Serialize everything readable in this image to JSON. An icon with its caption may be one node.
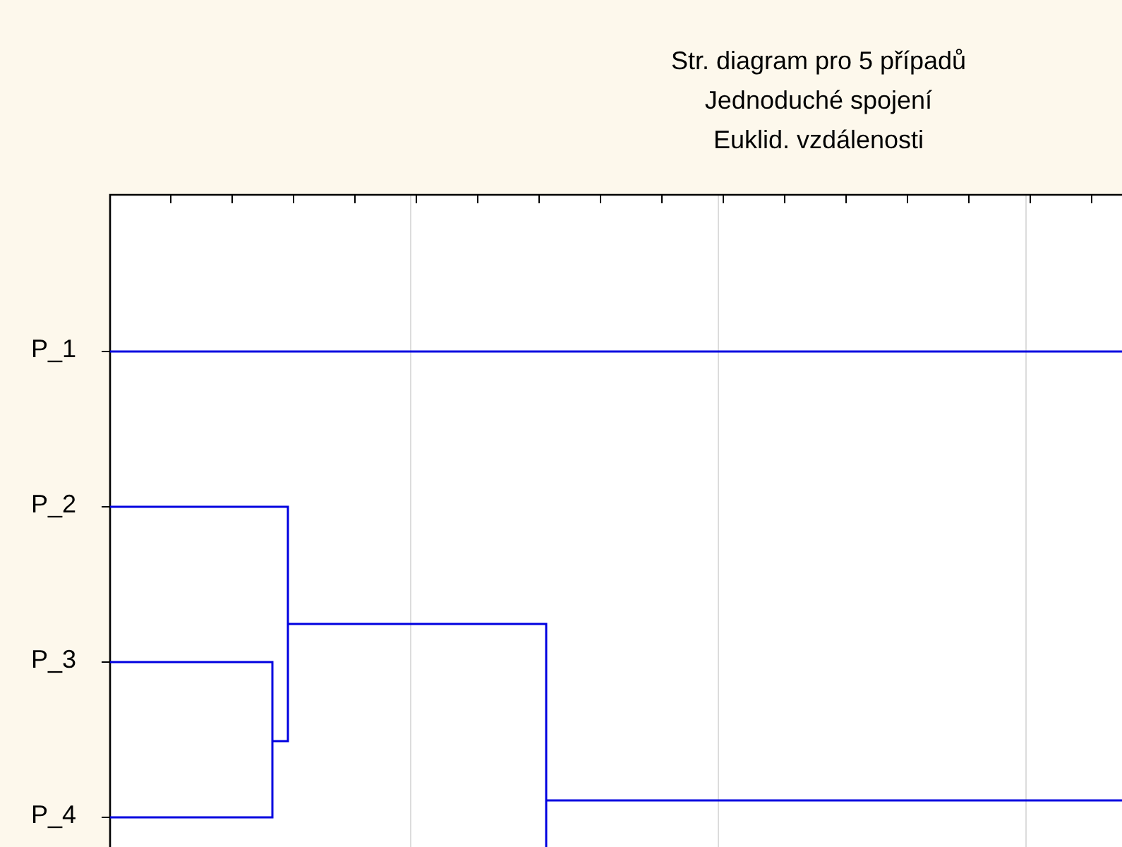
{
  "diagram": {
    "title": "Str. diagram pro 5 případů",
    "labels": [
      "Jednoduché spojení",
      "Euklid. vzdálenosti",
      "P_1",
      "P_2",
      "P_3",
      "P_4"
    ]
  }
}
